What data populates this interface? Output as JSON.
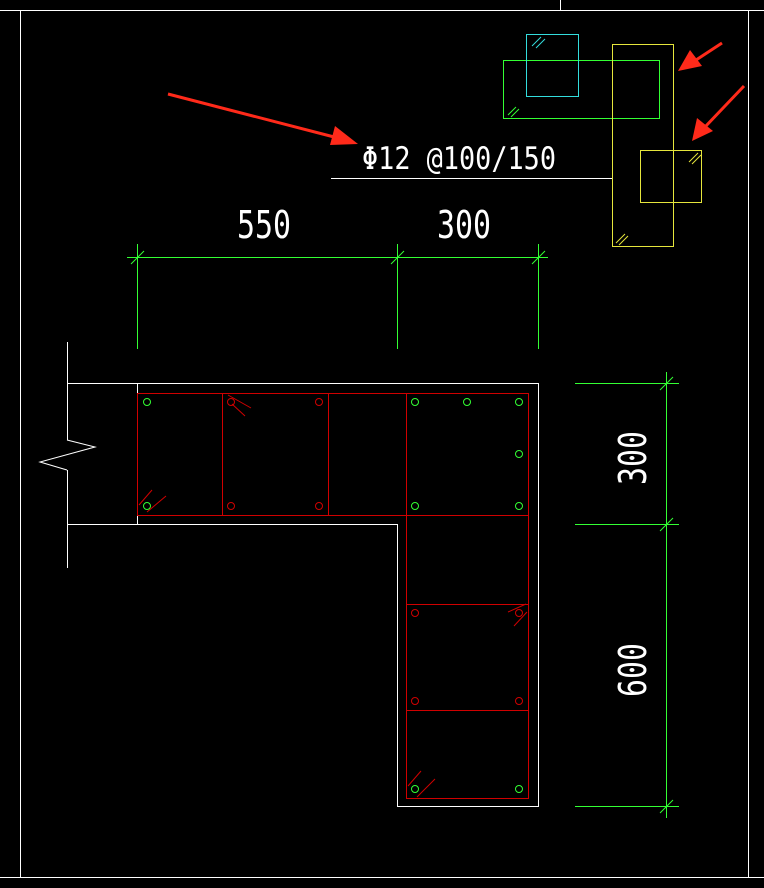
{
  "colors": {
    "background": "#000000",
    "frame": "#ffffff",
    "dimension": "#33ff33",
    "stirrup": "#d00000",
    "bar": "#33ff33",
    "legend_cyan": "#33dddd",
    "legend_yellow": "#e6e63c",
    "arrow": "#ff2a1a"
  },
  "annotations": {
    "rebar_spec": "Φ12 @100/150"
  },
  "dimensions": {
    "horizontal_1": "550",
    "horizontal_2": "300",
    "vertical_1": "300",
    "vertical_2": "600"
  },
  "icons": {
    "break_symbol": "zigzag-break-icon",
    "arrow": "red-arrow-icon"
  }
}
